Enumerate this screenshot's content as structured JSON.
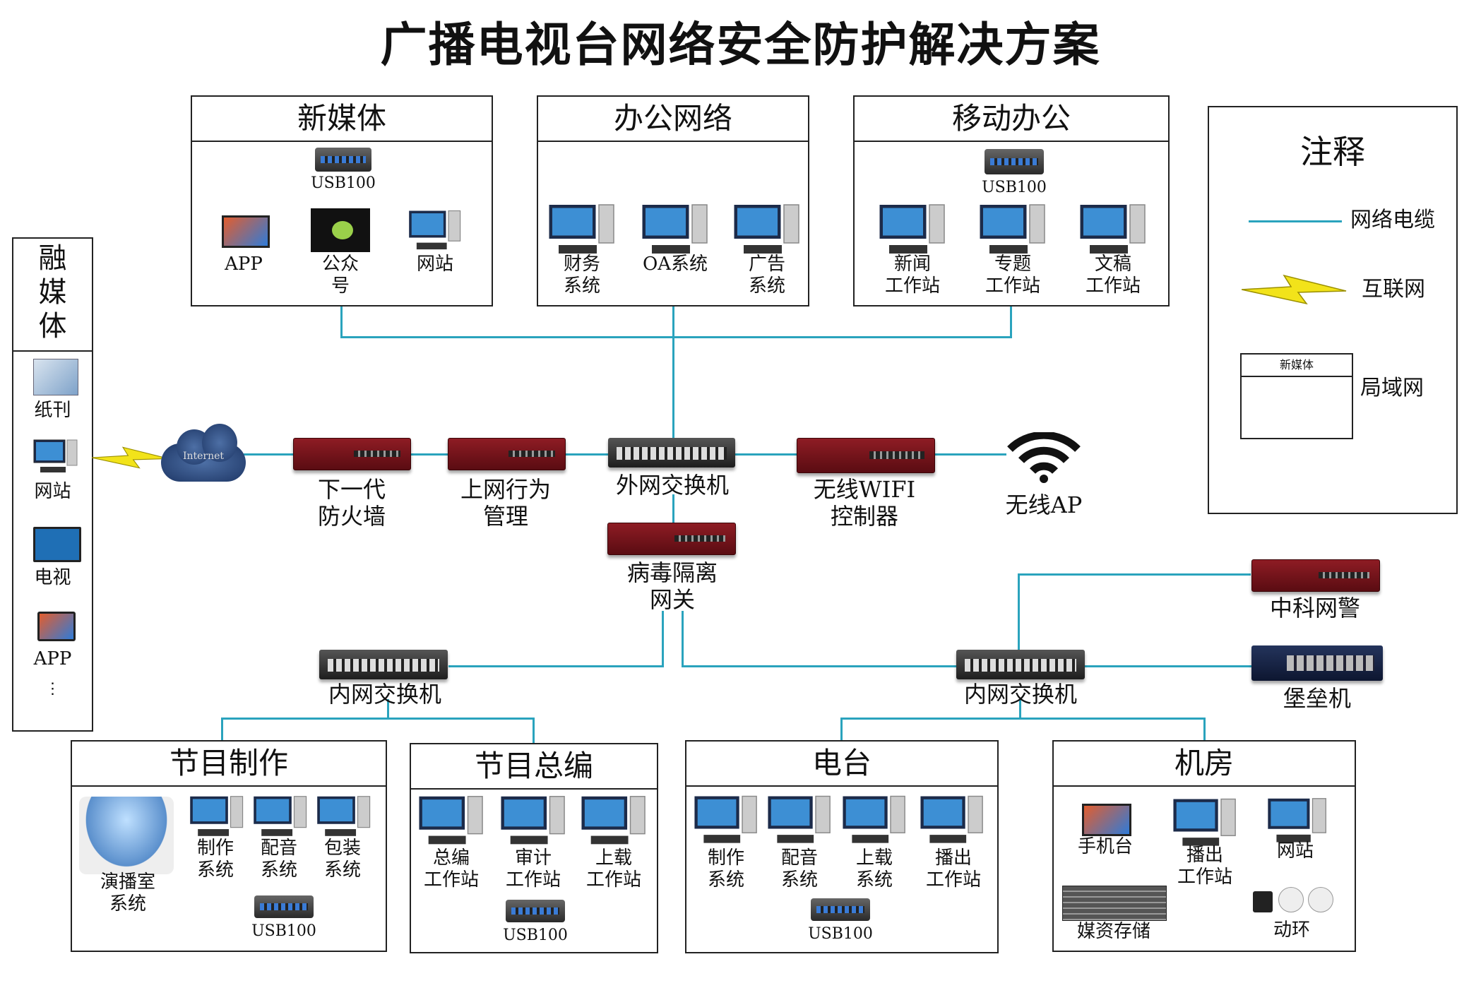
{
  "title": "广播电视台网络安全防护解决方案",
  "legend": {
    "title": "注释",
    "cable": "网络电缆",
    "internet": "互联网",
    "lan": "局域网",
    "lan_box_header": "新媒体"
  },
  "rongmeiti": {
    "title": "融\n媒\n体",
    "items": [
      "纸刊",
      "网站",
      "电视",
      "APP",
      "⋮"
    ]
  },
  "new_media": {
    "title": "新媒体",
    "usb": "USB100",
    "items": [
      "APP",
      "公众\n号",
      "网站"
    ]
  },
  "office": {
    "title": "办公网络",
    "items": [
      "财务\n系统",
      "OA系统",
      "广告\n系统"
    ]
  },
  "mobile": {
    "title": "移动办公",
    "usb": "USB100",
    "items": [
      "新闻\n工作站",
      "专题\n工作站",
      "文稿\n工作站"
    ]
  },
  "chain": {
    "cloud": "Internet",
    "firewall": "下一代\n防火墙",
    "behavior": "上网行为\n管理",
    "outer_switch": "外网交换机",
    "wifi_ctrl": "无线WIFI\n控制器",
    "ap": "无线AP",
    "virus": "病毒隔离\n网关"
  },
  "inner_left": "内网交换机",
  "inner_right": "内网交换机",
  "zhongke": "中科网警",
  "bastion": "堡垒机",
  "program_prod": {
    "title": "节目制作",
    "studio": "演播室\n系统",
    "items": [
      "制作\n系统",
      "配音\n系统",
      "包装\n系统"
    ],
    "usb": "USB100"
  },
  "program_edit": {
    "title": "节目总编",
    "items": [
      "总编\n工作站",
      "审计\n工作站",
      "上载\n工作站"
    ],
    "usb": "USB100"
  },
  "radio": {
    "title": "电台",
    "items": [
      "制作\n系统",
      "配音\n系统",
      "上载\n系统",
      "播出\n工作站"
    ],
    "usb": "USB100"
  },
  "machine_room": {
    "title": "机房",
    "items": [
      "手机台",
      "播出\n工作站",
      "网站",
      "媒资存储",
      "动环"
    ]
  },
  "colors": {
    "cable": "#2aa3bd",
    "device_red": "#7a141c",
    "lightning": "#f2e31a"
  }
}
